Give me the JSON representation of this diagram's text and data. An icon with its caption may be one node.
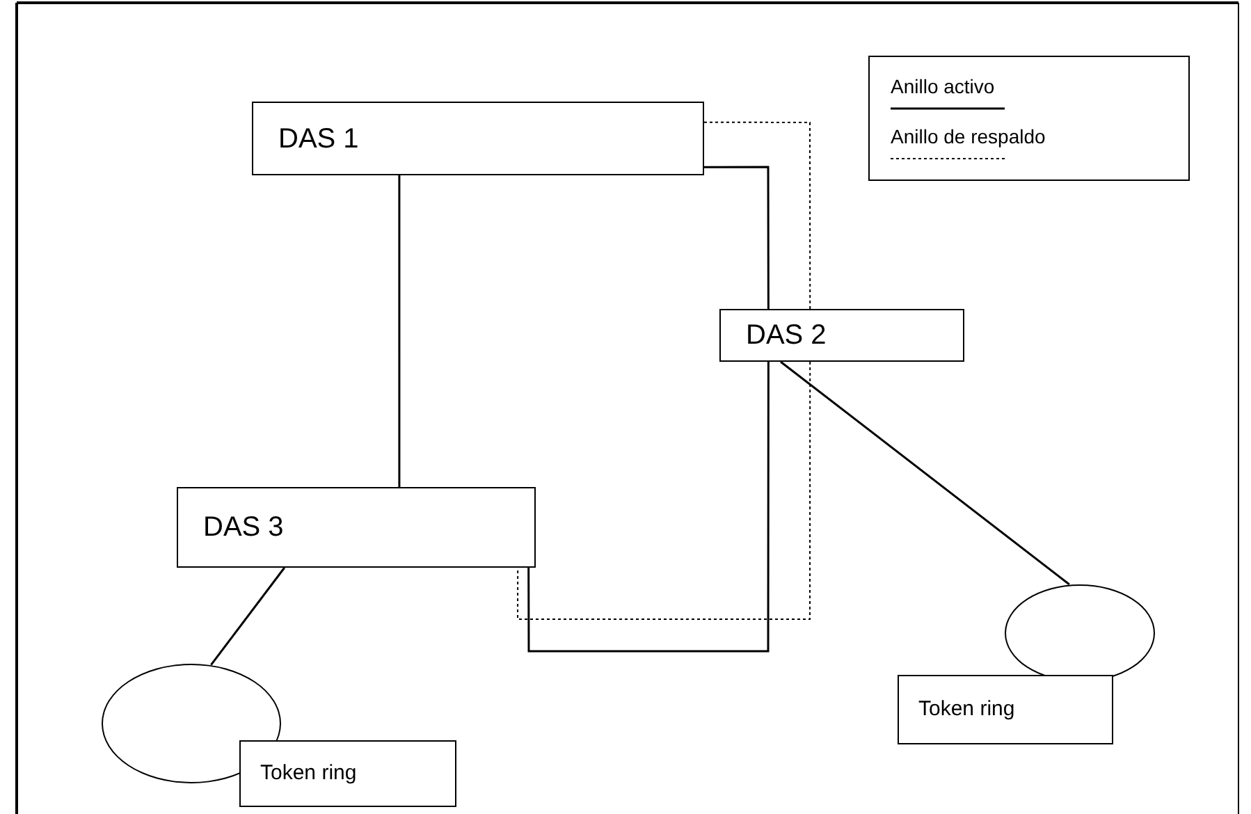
{
  "diagram": {
    "nodes": [
      {
        "text": [
          "DAS 1"
        ]
      },
      {
        "text": [
          "DAS 2"
        ]
      },
      {
        "text": [
          "DAS 3"
        ]
      },
      {
        "text": [],
        "shape": "ellipse"
      },
      {
        "text": [
          "Token ring"
        ]
      },
      {
        "text": [],
        "shape": "ellipse"
      },
      {
        "text": [
          "Token ring"
        ]
      }
    ],
    "edges": [
      {
        "from": 0,
        "to": 2,
        "arrow": "none"
      },
      {
        "from": 0,
        "to": 1,
        "arrow": "none"
      },
      {
        "from": 1,
        "to": 2,
        "arrow": "none"
      },
      {
        "from": 2,
        "to": 3,
        "arrow": "none"
      },
      {
        "from": 1,
        "to": 5,
        "arrow": "none"
      },
      {
        "from": 0,
        "to": 1,
        "arrow": "none",
        "style": "dashed"
      },
      {
        "from": 1,
        "to": 2,
        "arrow": "none",
        "style": "dashed"
      }
    ],
    "legend": [
      {
        "text": "Anillo activo"
      },
      {
        "text": "Anillo de respaldo"
      }
    ]
  }
}
